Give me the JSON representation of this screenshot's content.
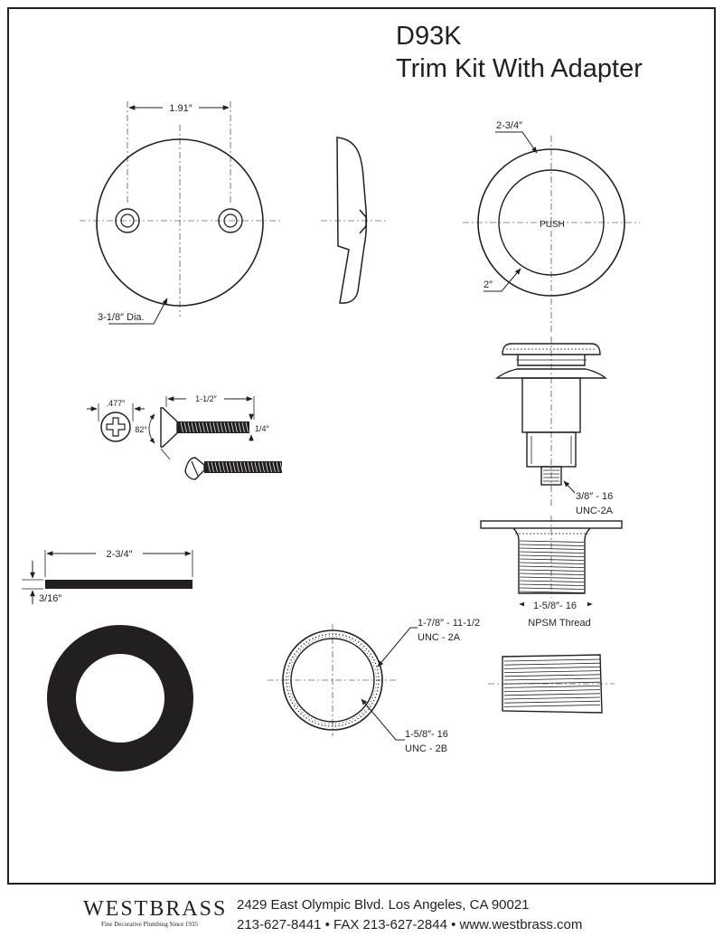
{
  "title": {
    "model": "D93K",
    "name": "Trim Kit With Adapter"
  },
  "labels": {
    "plate_hole_spacing": "1.91″",
    "plate_diameter": "3-1/8″ Dia.",
    "stopper_outer": "2-3/4″",
    "stopper_inner": "2″",
    "push": "PUSH",
    "screw_head": ".477″",
    "screw_length": "1-1/2″",
    "screw_angle": "82°",
    "screw_dia": "1/4″",
    "gasket_width": "2-3/4″",
    "gasket_thickness": "3/16″",
    "plunger_thread_1": "3/8″ - 16",
    "plunger_thread_2": "UNC-2A",
    "flange_thread_1": "1-5/8″- 16",
    "flange_thread_2": "NPSM Thread",
    "adapter_outer_1": "1-7/8″ - 11-1/2",
    "adapter_outer_2": "UNC - 2A",
    "adapter_inner_1": "1-5/8″- 16",
    "adapter_inner_2": "UNC - 2B"
  },
  "footer": {
    "brand": "WESTBRASS",
    "tagline": "Fine Decorative Plumbing Since 1935",
    "address": "2429 East Olympic Blvd. Los Angeles, CA  90021",
    "contact": "213-627-8441 • FAX 213-627-2844 • www.westbrass.com"
  },
  "colors": {
    "ink": "#231f20",
    "paper": "#ffffff"
  }
}
